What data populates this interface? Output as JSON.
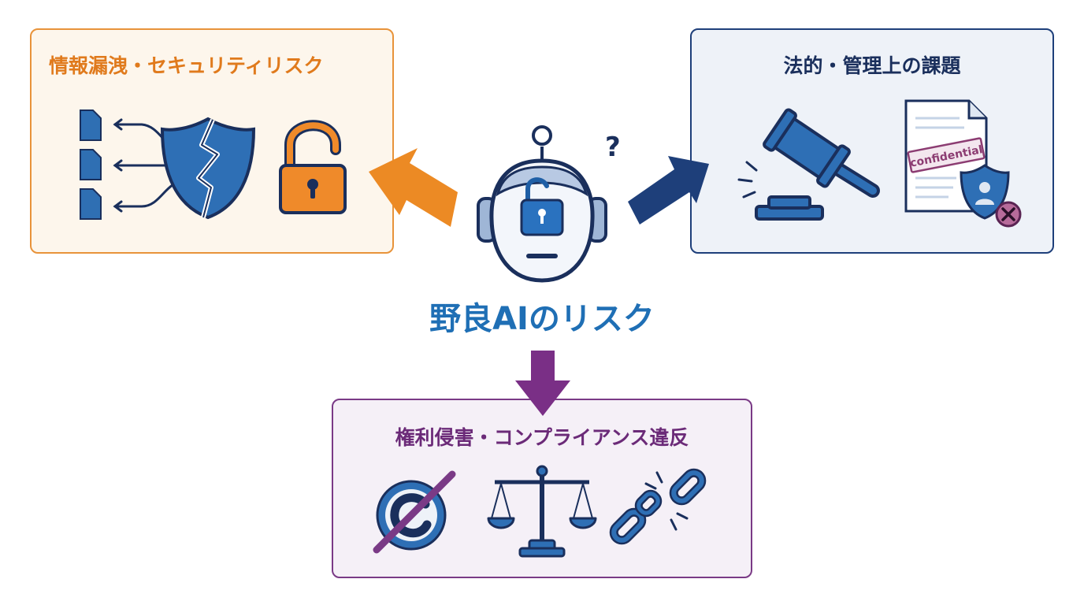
{
  "center": {
    "title": "野良AIのリスク",
    "icon": "robot-icon"
  },
  "panels": {
    "security": {
      "title": "情報漏洩・セキュリティリスク",
      "icons": [
        "documents-icon",
        "broken-shield-icon",
        "unlocked-padlock-icon"
      ],
      "accent": "#e8933a"
    },
    "legal": {
      "title": "法的・管理上の課題",
      "icons": [
        "gavel-icon",
        "confidential-document-icon"
      ],
      "stamp_text": "confidential",
      "accent": "#1e3f7a"
    },
    "rights": {
      "title": "権利侵害・コンプライアンス違反",
      "icons": [
        "crossed-copyright-icon",
        "scales-icon",
        "broken-chain-icon"
      ],
      "accent": "#7a3a86"
    }
  }
}
